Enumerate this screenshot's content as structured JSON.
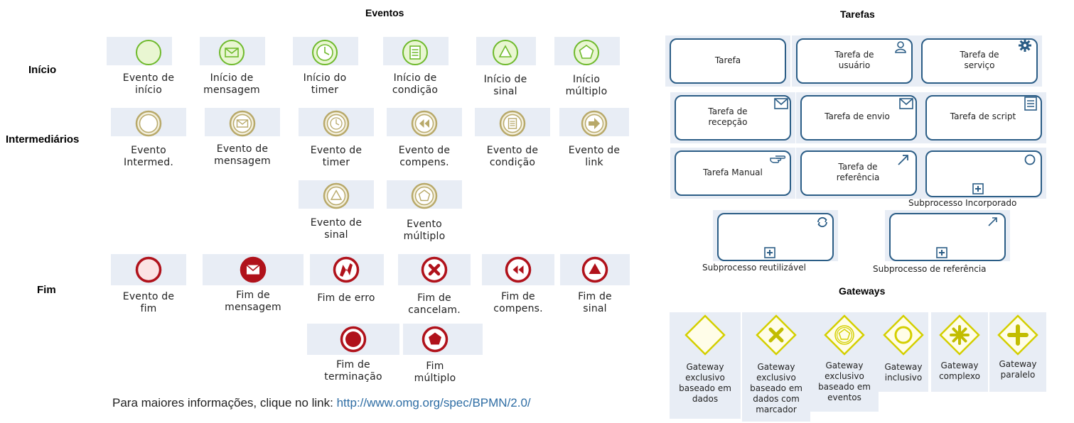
{
  "headings": {
    "eventos": "Eventos",
    "tarefas": "Tarefas",
    "gateways": "Gateways"
  },
  "row_labels": {
    "inicio": "Início",
    "intermediarios": "Intermediários",
    "fim": "Fim"
  },
  "start_events": [
    {
      "label": "Evento de\ninício",
      "icon": "start-event-icon"
    },
    {
      "label": "Início de\nmensagem",
      "icon": "message-start-icon"
    },
    {
      "label": "Início do\ntimer",
      "icon": "timer-start-icon"
    },
    {
      "label": "Início de\ncondição",
      "icon": "conditional-start-icon"
    },
    {
      "label": "Início de\nsinal",
      "icon": "signal-start-icon"
    },
    {
      "label": "Início\nmúltiplo",
      "icon": "multiple-start-icon"
    }
  ],
  "intermediate_events": [
    {
      "label": "Evento\nIntermed.",
      "icon": "intermediate-event-icon"
    },
    {
      "label": "Evento de\nmensagem",
      "icon": "message-intermediate-icon"
    },
    {
      "label": "Evento de\ntimer",
      "icon": "timer-intermediate-icon"
    },
    {
      "label": "Evento de\ncompens.",
      "icon": "compensation-intermediate-icon"
    },
    {
      "label": "Evento de\ncondição",
      "icon": "conditional-intermediate-icon"
    },
    {
      "label": "Evento de\nlink",
      "icon": "link-intermediate-icon"
    },
    {
      "label": "Evento de\nsinal",
      "icon": "signal-intermediate-icon"
    },
    {
      "label": "Evento\nmúltiplo",
      "icon": "multiple-intermediate-icon"
    }
  ],
  "end_events": [
    {
      "label": "Evento de\nfim",
      "icon": "end-event-icon"
    },
    {
      "label": "Fim de\nmensagem",
      "icon": "message-end-icon"
    },
    {
      "label": "Fim de erro",
      "icon": "error-end-icon"
    },
    {
      "label": "Fim de\ncancelam.",
      "icon": "cancel-end-icon"
    },
    {
      "label": "Fim de\ncompens.",
      "icon": "compensation-end-icon"
    },
    {
      "label": "Fim de\nsinal",
      "icon": "signal-end-icon"
    },
    {
      "label": "Fim de\nterminação",
      "icon": "terminate-end-icon"
    },
    {
      "label": "Fim\nmúltiplo",
      "icon": "multiple-end-icon"
    }
  ],
  "tasks": [
    {
      "label": "Tarefa",
      "icon": ""
    },
    {
      "label": "Tarefa de\nusuário",
      "icon": "user-icon"
    },
    {
      "label": "Tarefa de\nserviço",
      "icon": "gear-icon"
    },
    {
      "label": "Tarefa de\nrecepção",
      "icon": "envelope-icon"
    },
    {
      "label": "Tarefa de envio",
      "icon": "envelope-filled-icon"
    },
    {
      "label": "Tarefa de script",
      "icon": "script-icon"
    },
    {
      "label": "Tarefa Manual",
      "icon": "hand-icon"
    },
    {
      "label": "Tarefa de\nreferência",
      "icon": "arrow-icon"
    }
  ],
  "subprocesses": [
    {
      "label": "Subprocesso Incorporado",
      "icon": "circle-icon"
    },
    {
      "label": "Subprocesso reutilizável",
      "icon": "loop-icon"
    },
    {
      "label": "Subprocesso de referência",
      "icon": "arrow-icon"
    }
  ],
  "gateways_list": [
    {
      "label": "Gateway\nexclusivo\nbaseado em\ndados",
      "icon": "exclusive-gateway-icon"
    },
    {
      "label": "Gateway\nexclusivo\nbaseado em\ndados com\nmarcador",
      "icon": "exclusive-marker-gateway-icon"
    },
    {
      "label": "Gateway\nexclusivo\nbaseado em\neventos",
      "icon": "event-based-gateway-icon"
    },
    {
      "label": "Gateway\ninclusivo",
      "icon": "inclusive-gateway-icon"
    },
    {
      "label": "Gateway\ncomplexo",
      "icon": "complex-gateway-icon"
    },
    {
      "label": "Gateway\nparalelo",
      "icon": "parallel-gateway-icon"
    }
  ],
  "footer": {
    "text": "Para maiores informações, clique no link: ",
    "link": "http://www.omg.org/spec/BPMN/2.0/"
  },
  "colors": {
    "start": "#6fba2c",
    "intermediate": "#b8a96a",
    "end": "#b0121b",
    "task_border": "#2b5d86",
    "gateway": "#d4cf00",
    "tile": "#e8edf5",
    "link": "#2e6da4"
  }
}
